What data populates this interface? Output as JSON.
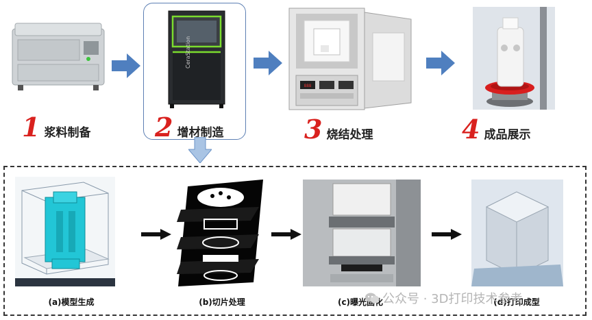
{
  "stages": [
    {
      "num": "1",
      "label": "浆料制备"
    },
    {
      "num": "2",
      "label": "增材制造"
    },
    {
      "num": "3",
      "label": "烧结处理"
    },
    {
      "num": "4",
      "label": "成品展示"
    }
  ],
  "printer_brand": "CeraStation",
  "sub_steps": [
    {
      "caption": "(a)模型生成"
    },
    {
      "caption": "(b)切片处理"
    },
    {
      "caption": "(c)曝光固化"
    },
    {
      "caption": "(d)打印成型"
    }
  ],
  "watermark": "公众号 · 3D打印技术参考",
  "colors": {
    "stage_number": "#d9211e",
    "flow_arrow": "#4f7fbf",
    "highlight_border": "#5c7fb3",
    "model_cyan": "#22c6d6"
  }
}
